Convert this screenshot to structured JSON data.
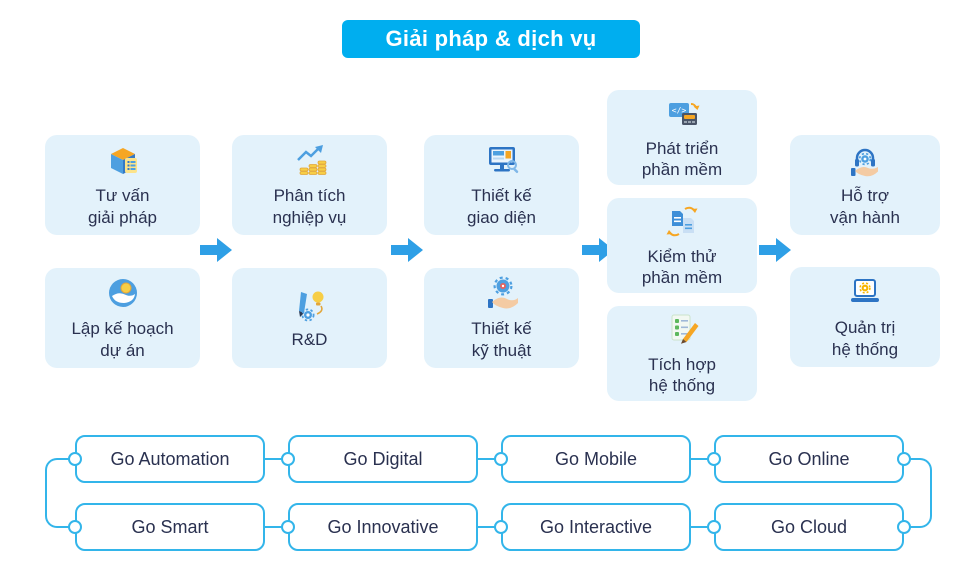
{
  "title": "Giải pháp & dịch vụ",
  "colors": {
    "banner": "#00AEEF",
    "box_bg": "#E3F2FB",
    "text_dark": "#2A3150",
    "arrow": "#2E9FE6",
    "connector": "#33B5EA"
  },
  "flow": {
    "boxes": [
      {
        "label": "Tư vấn\ngiải pháp",
        "icon": "cube-document-icon"
      },
      {
        "label": "Lập kế hoạch\ndự án",
        "icon": "hand-coin-icon"
      },
      {
        "label": "Phân tích\nnghiệp vụ",
        "icon": "coins-growth-chart-icon"
      },
      {
        "label": "R&D",
        "icon": "pencil-bulb-gear-icon"
      },
      {
        "label": "Thiết kế\ngiao diện",
        "icon": "monitor-design-icon"
      },
      {
        "label": "Thiết kế\nkỹ thuật",
        "icon": "gear-hand-icon"
      },
      {
        "label": "Phát triển\nphần mềm",
        "icon": "code-window-gear-icon"
      },
      {
        "label": "Kiểm thử\nphần mềm",
        "icon": "documents-exchange-icon"
      },
      {
        "label": "Tích hợp\nhệ thống",
        "icon": "checklist-pencil-icon"
      },
      {
        "label": "Hỗ trợ\nvận hành",
        "icon": "headset-gear-hand-icon"
      },
      {
        "label": "Quản trị\nhệ thống",
        "icon": "laptop-gear-icon"
      }
    ]
  },
  "pills": {
    "rows": [
      [
        "Go Automation",
        "Go Digital",
        "Go Mobile",
        "Go Online"
      ],
      [
        "Go Smart",
        "Go Innovative",
        "Go Interactive",
        "Go Cloud"
      ]
    ]
  }
}
